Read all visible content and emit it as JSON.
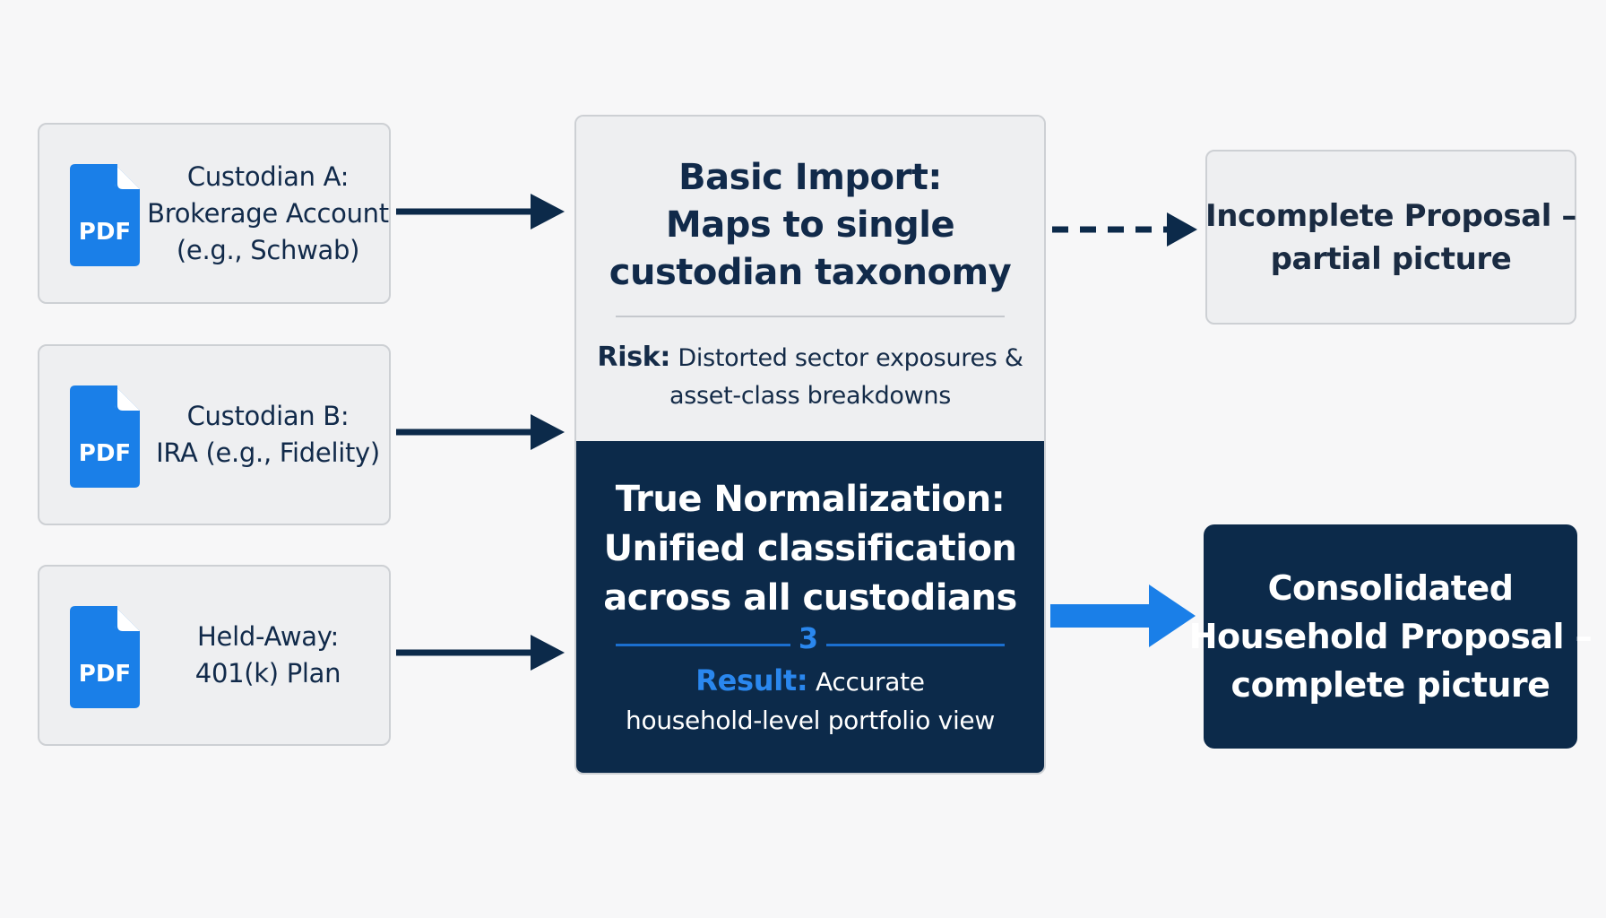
{
  "sources": [
    {
      "icon": "pdf-icon",
      "icon_label": "PDF",
      "lines": [
        "Custodian A:",
        "Brokerage Account",
        "(e.g., Schwab)"
      ]
    },
    {
      "icon": "pdf-icon",
      "icon_label": "PDF",
      "lines": [
        "Custodian B:",
        "IRA (e.g., Fidelity)"
      ]
    },
    {
      "icon": "pdf-icon",
      "icon_label": "PDF",
      "lines": [
        "Held-Away:",
        "401(k) Plan"
      ]
    }
  ],
  "center": {
    "basic_import": {
      "title_lines": [
        "Basic Import:",
        "Maps to single",
        "custodian taxonomy"
      ],
      "risk_label": "Risk:",
      "risk_line1": "Distorted sector exposures &",
      "risk_line2": "asset-class breakdowns"
    },
    "true_normalization": {
      "title_lines": [
        "True Normalization:",
        "Unified classification",
        "across all custodians"
      ],
      "step_number": "3",
      "result_label": "Result:",
      "result_line1": "Accurate",
      "result_line2": "household-level portfolio view"
    }
  },
  "outputs": {
    "incomplete": {
      "lines": [
        "Incomplete Proposal –",
        "partial picture"
      ]
    },
    "consolidated": {
      "lines": [
        "Consolidated",
        "Household Proposal –",
        "complete picture"
      ]
    }
  },
  "colors": {
    "navy": "#0c2a4a",
    "accent_blue": "#1a7fe8",
    "pdf_blue": "#1a7fe8",
    "card_bg": "#eeeff1",
    "card_border": "#cdd0d4"
  }
}
